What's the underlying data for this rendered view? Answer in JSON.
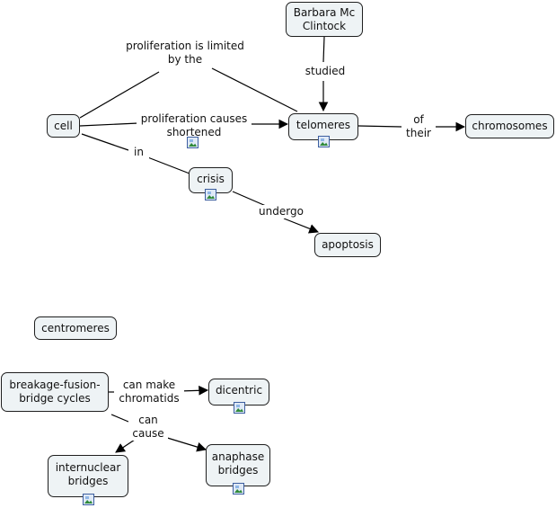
{
  "concepts": {
    "barbara": "Barbara Mc\nClintock",
    "cell": "cell",
    "telomeres": "telomeres",
    "chromosomes": "chromosomes",
    "crisis": "crisis",
    "apoptosis": "apoptosis",
    "centromeres": "centromeres",
    "bfb_cycles": "breakage-fusion-\nbridge cycles",
    "dicentric": "dicentric",
    "internuclear": "internuclear\nbridges",
    "anaphase": "anaphase\nbridges"
  },
  "linking_phrases": {
    "limited": "proliferation is limited\nby the",
    "studied": "studied",
    "causes": "proliferation causes\nshortened",
    "of_their": "of\ntheir",
    "in": "in",
    "undergo": "undergo",
    "can_make": "can make\nchromatids",
    "can_cause": "can\ncause"
  },
  "icons": {
    "attached_image": "image-resource-icon"
  }
}
